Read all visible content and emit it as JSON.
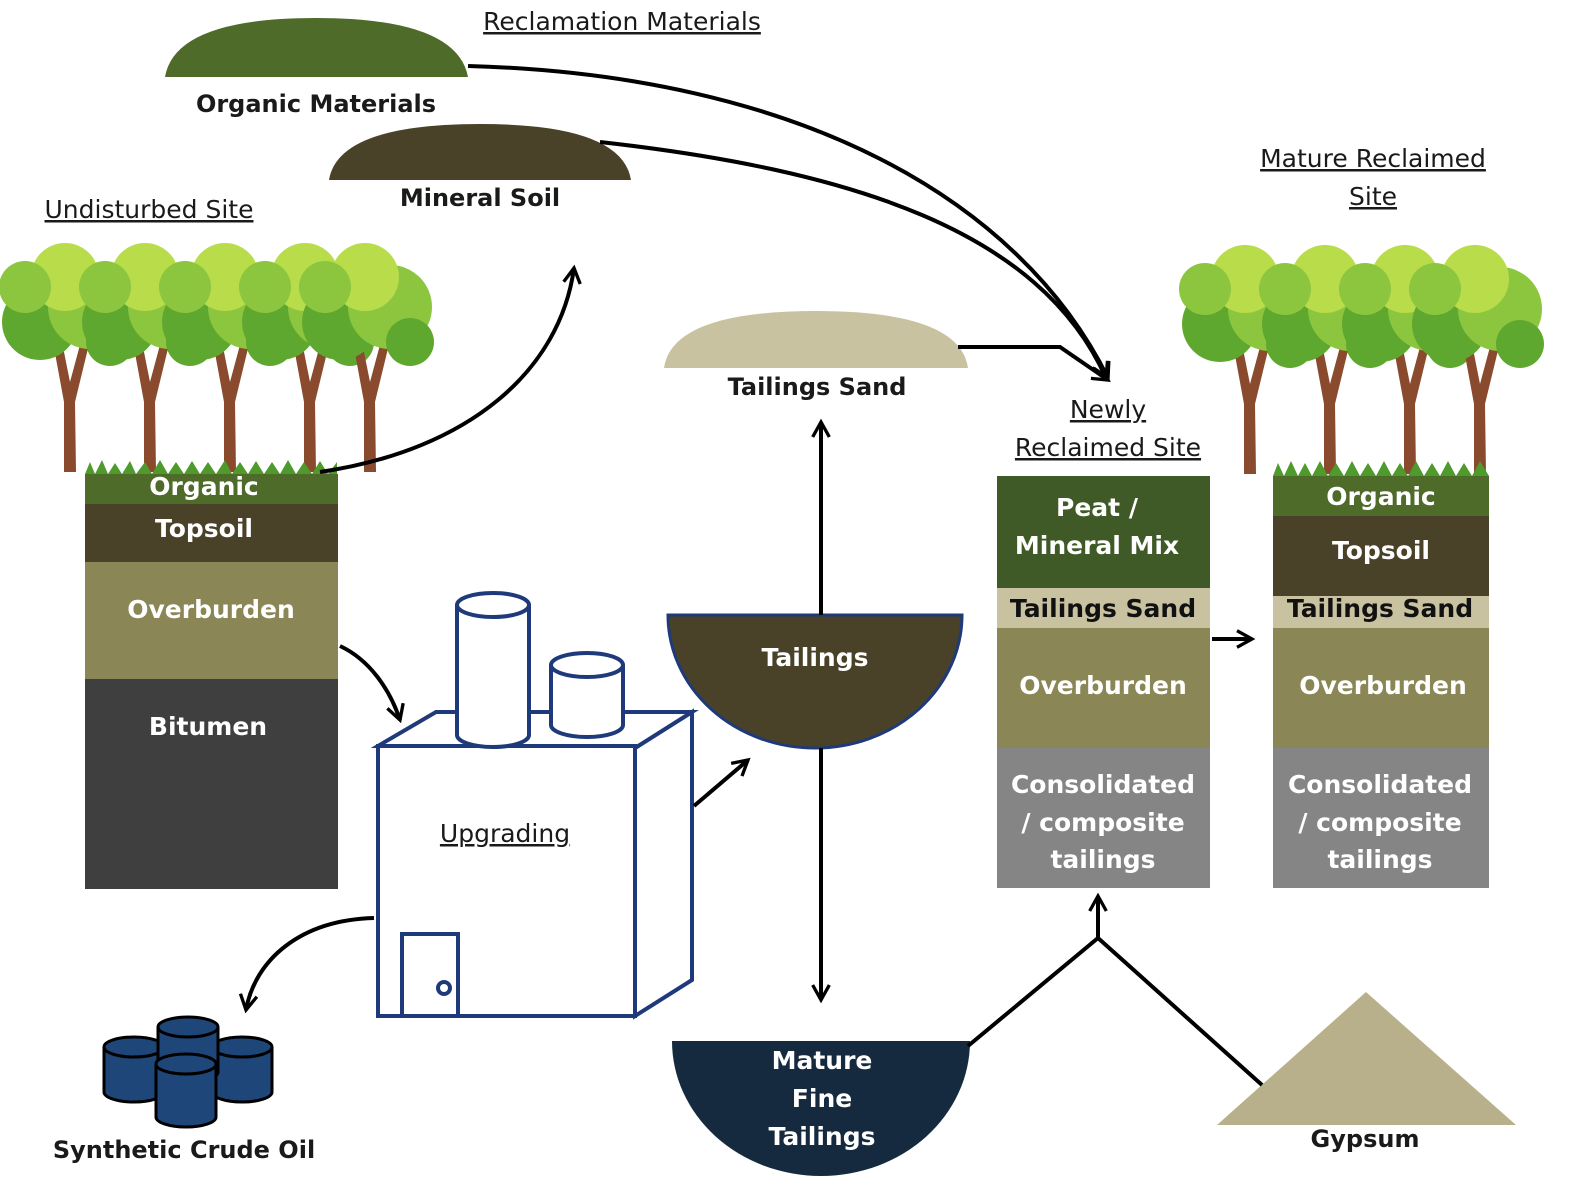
{
  "labels": {
    "reclamation_materials": "Reclamation Materials",
    "organic_materials": "Organic Materials",
    "mineral_soil": "Mineral Soil",
    "undisturbed_site": "Undisturbed Site",
    "tailings_sand_pile": "Tailings Sand",
    "newly_reclaimed_1": "Newly",
    "newly_reclaimed_2": "Reclaimed Site",
    "mature_reclaimed_1": "Mature Reclaimed",
    "mature_reclaimed_2": "Site",
    "tailings": "Tailings",
    "upgrading": "Upgrading",
    "synthetic_crude_oil": "Synthetic Crude Oil",
    "mft_1": "Mature",
    "mft_2": "Fine",
    "mft_3": "Tailings",
    "gypsum": "Gypsum"
  },
  "undisturbed_column": {
    "organic": "Organic",
    "topsoil": "Topsoil",
    "overburden": "Overburden",
    "bitumen": "Bitumen"
  },
  "newly_column": {
    "peat_1": "Peat /",
    "peat_2": "Mineral Mix",
    "tailings_sand": "Tailings Sand",
    "overburden": "Overburden",
    "ct_1": "Consolidated",
    "ct_2": "/ composite",
    "ct_3": "tailings"
  },
  "mature_column": {
    "organic": "Organic",
    "topsoil": "Topsoil",
    "tailings_sand": "Tailings Sand",
    "overburden": "Overburden",
    "ct_1": "Consolidated",
    "ct_2": "/ composite",
    "ct_3": "tailings"
  },
  "colors": {
    "organic_green": "#4e6b2a",
    "topsoil_brown": "#4a4228",
    "overburden_olive": "#8a8656",
    "bitumen_dark": "#3f3f3f",
    "tailings_sand": "#c9c2a0",
    "ct_grey": "#858585",
    "mft_navy": "#15293f",
    "gypsum_tan": "#b8b08a",
    "plant_outline": "#1f3a7a",
    "oil_blue": "#1e4679"
  }
}
